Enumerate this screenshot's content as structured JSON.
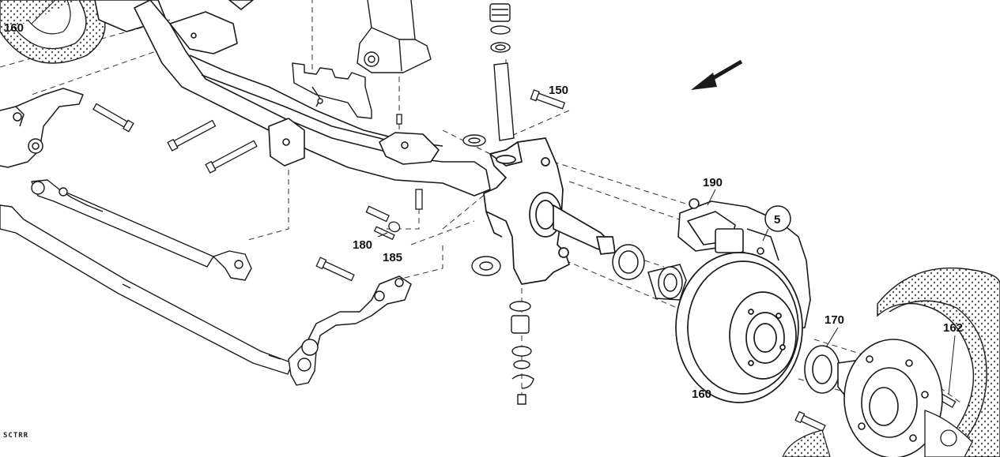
{
  "diagram": {
    "callouts": [
      {
        "id": "160-top-left",
        "text": "160"
      },
      {
        "id": "150",
        "text": "150"
      },
      {
        "id": "190",
        "text": "190"
      },
      {
        "id": "5",
        "text": "5",
        "circled": true
      },
      {
        "id": "180",
        "text": "180"
      },
      {
        "id": "185",
        "text": "185"
      },
      {
        "id": "170",
        "text": "170"
      },
      {
        "id": "162",
        "text": "162"
      },
      {
        "id": "160-disc",
        "text": "160"
      }
    ],
    "stamp": "SCTRR",
    "colors": {
      "line": "#1a1a1a",
      "fill": "#ffffff",
      "dash": "#333333",
      "tire": "#d8d8d8"
    }
  }
}
